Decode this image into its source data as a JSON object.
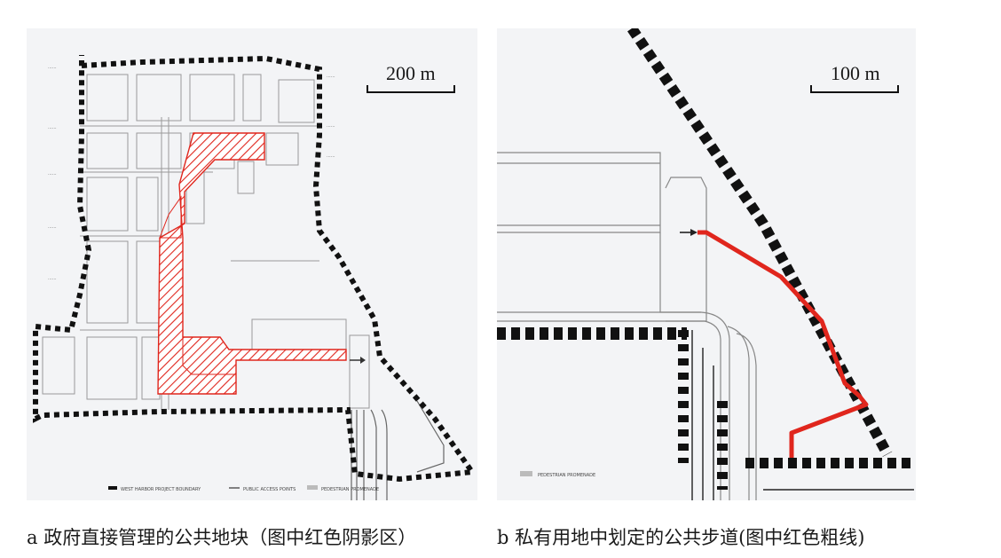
{
  "panel_a": {
    "scale_label": "200 m",
    "caption": "a 政府直接管理的公共地块（图中红色阴影区）",
    "legend": [
      "WEST HARBOR PROJECT BOUNDARY",
      "PUBLIC ACCESS POINTS",
      "PEDESTRIAN PROMENADE"
    ]
  },
  "panel_b": {
    "scale_label": "100 m",
    "caption": "b 私有用地中划定的公共步道(图中红色粗线)",
    "legend": [
      "PEDESTRIAN PROMENADE"
    ]
  },
  "colors": {
    "accent_red": "#e0261d",
    "boundary": "#111111",
    "line": "#777777"
  }
}
